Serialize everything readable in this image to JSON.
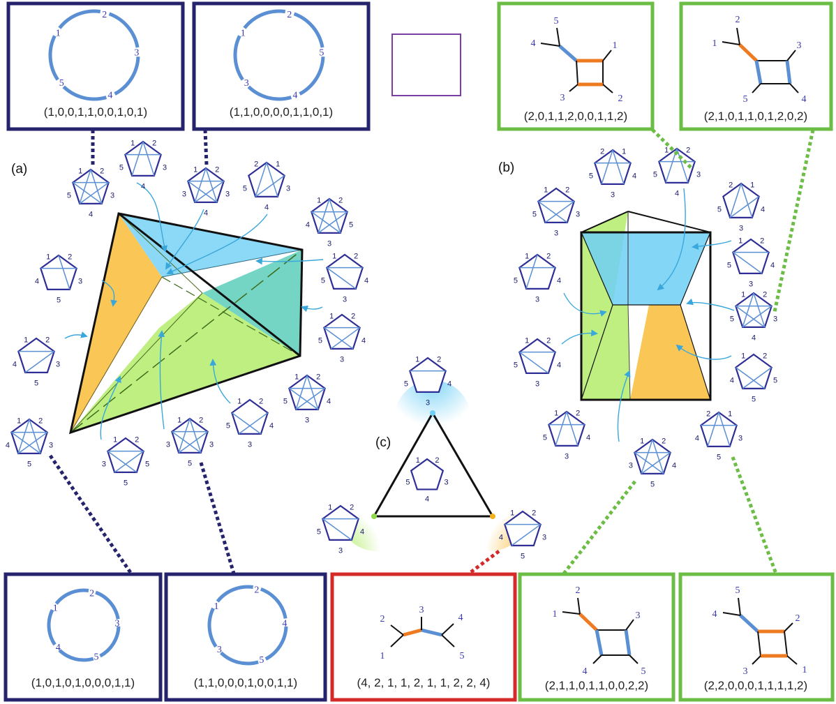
{
  "panels": {
    "a": "(a)",
    "b": "(b)",
    "c": "(c)"
  },
  "boxes": {
    "top_a1": "(1,0,0,1,1,0,0,1,0,1)",
    "top_a2": "(1,1,0,0,0,0,1,1,0,1)",
    "top_b1": "(2,0,1,1,2,0,0,1,1,2)",
    "top_b2": "(2,1,0,1,1,0,1,2,0,2)",
    "bot_a1": "(1,0,1,0,1,0,0,0,1,1)",
    "bot_a2": "(1,1,0,0,0,1,0,0,1,1)",
    "bot_c": "(4, 2, 1, 1, 2, 1, 1, 2, 2, 4)",
    "bot_b1": "(2,1,1,0,1,1,0,0,2,2)",
    "bot_b2": "(2,2,0,0,0,1,1,1,1,2)"
  },
  "colors": {
    "navy": "#25236b",
    "green_frame": "#6cbd45",
    "red_frame": "#d42a2a",
    "blue_edge": "#5b8fd4",
    "orange_edge": "#ee7b22",
    "pentagon": "#2e2e96",
    "arrow": "#3aa7dc",
    "face_orange": "#f9b82b",
    "face_blue": "#6fcff5",
    "face_green": "#a8ea55",
    "face_teal": "#45c7b0"
  },
  "ring_labels": {
    "top_a1": [
      "1",
      "2",
      "3",
      "4",
      "5"
    ],
    "top_a2": [
      "1",
      "2",
      "5",
      "4",
      "3"
    ],
    "bot_a1": [
      "1",
      "2",
      "3",
      "5",
      "4"
    ],
    "bot_a2": [
      "1",
      "2",
      "4",
      "5",
      "3"
    ]
  }
}
